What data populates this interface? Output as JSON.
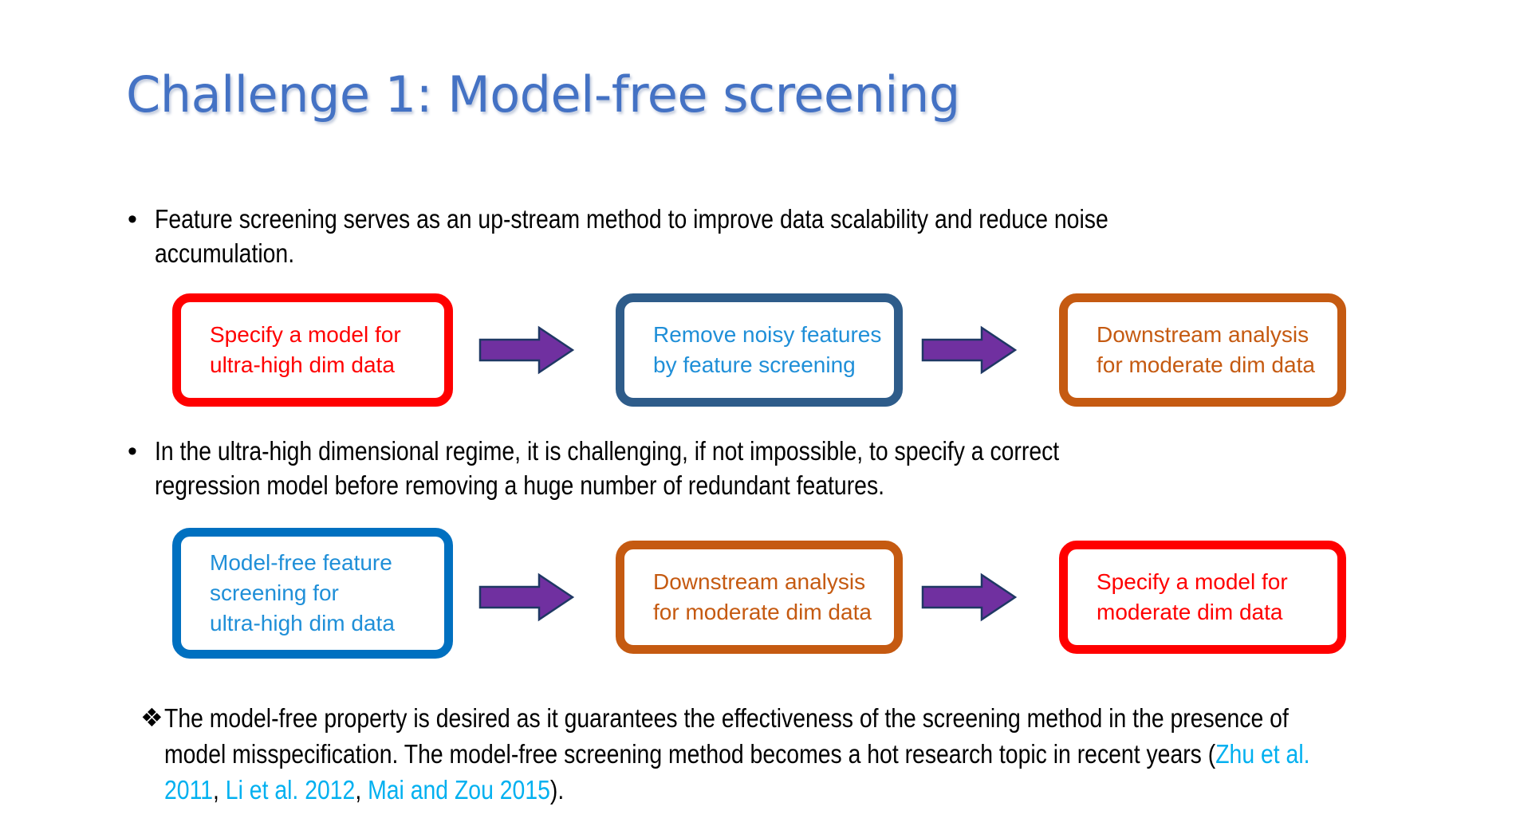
{
  "slide": {
    "title": "Challenge 1: Model-free screening",
    "title_color": "#4472C4",
    "background": "#ffffff"
  },
  "bullets": [
    {
      "marker": "•",
      "text": "Feature screening serves as an up-stream method to improve data scalability and reduce noise\naccumulation."
    },
    {
      "marker": "•",
      "text": "In the ultra-high dimensional regime, it is challenging, if not impossible, to specify a correct\nregression model before removing a huge number of redundant features."
    }
  ],
  "flow_rows": [
    {
      "name": "model-based-pipeline",
      "boxes": [
        {
          "label": "Specify a model for\nultra-high dim data",
          "border_color": "#FF0000",
          "text_color": "#FF0000"
        },
        {
          "label": "Remove noisy features\nby feature screening",
          "border_color": "#2E5C8A",
          "text_color": "#1F8FD8"
        },
        {
          "label": "Downstream analysis\nfor moderate dim data",
          "border_color": "#C55A11",
          "text_color": "#C55A11"
        }
      ],
      "arrow_color": "#7030A0",
      "arrow_outline": "#1F3864"
    },
    {
      "name": "model-free-pipeline",
      "boxes": [
        {
          "label": "Model-free feature\nscreening for\nultra-high dim data",
          "border_color": "#0070C0",
          "text_color": "#1F8FD8"
        },
        {
          "label": "Downstream analysis\nfor moderate dim data",
          "border_color": "#C55A11",
          "text_color": "#C55A11"
        },
        {
          "label": "Specify a model for\nmoderate dim data",
          "border_color": "#FF0000",
          "text_color": "#FF0000"
        }
      ],
      "arrow_color": "#7030A0",
      "arrow_outline": "#1F3864"
    }
  ],
  "closing_note": {
    "marker": "❖",
    "text_part_1": "The model-free property is desired as it guarantees the effectiveness of the screening method in the presence of model misspecification. The model-free screening method becomes a hot research topic in recent years (",
    "citations": [
      "Zhu et al. 2011",
      "Li et al. 2012",
      "Mai and Zou 2015"
    ],
    "citation_separator": ", ",
    "text_part_2": ").",
    "citation_color": "#00B0F0"
  }
}
